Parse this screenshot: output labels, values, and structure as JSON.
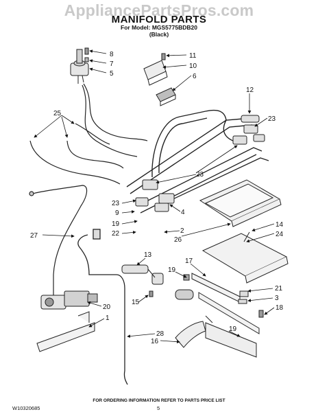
{
  "header": {
    "watermark": "AppliancePartsPros.com",
    "title": "MANIFOLD PARTS",
    "model_line": "For Model: MGS5775BDB20",
    "color_line": "(Black)"
  },
  "callouts": [
    {
      "id": "c8",
      "label": "8"
    },
    {
      "id": "c7",
      "label": "7"
    },
    {
      "id": "c5",
      "label": "5"
    },
    {
      "id": "c11",
      "label": "11"
    },
    {
      "id": "c10",
      "label": "10"
    },
    {
      "id": "c6",
      "label": "6"
    },
    {
      "id": "c12",
      "label": "12"
    },
    {
      "id": "c25",
      "label": "25"
    },
    {
      "id": "c23a",
      "label": "23"
    },
    {
      "id": "c23b",
      "label": "23"
    },
    {
      "id": "c23c",
      "label": "23"
    },
    {
      "id": "c9",
      "label": "9"
    },
    {
      "id": "c4",
      "label": "4"
    },
    {
      "id": "c19a",
      "label": "19"
    },
    {
      "id": "c22",
      "label": "22"
    },
    {
      "id": "c2",
      "label": "2"
    },
    {
      "id": "c26",
      "label": "26"
    },
    {
      "id": "c14",
      "label": "14"
    },
    {
      "id": "c24",
      "label": "24"
    },
    {
      "id": "c27",
      "label": "27"
    },
    {
      "id": "c13",
      "label": "13"
    },
    {
      "id": "c17",
      "label": "17"
    },
    {
      "id": "c19b",
      "label": "19"
    },
    {
      "id": "c21",
      "label": "21"
    },
    {
      "id": "c3",
      "label": "3"
    },
    {
      "id": "c15",
      "label": "15"
    },
    {
      "id": "c20",
      "label": "20"
    },
    {
      "id": "c18",
      "label": "18"
    },
    {
      "id": "c1",
      "label": "1"
    },
    {
      "id": "c19c",
      "label": "19"
    },
    {
      "id": "c28",
      "label": "28"
    },
    {
      "id": "c16",
      "label": "16"
    }
  ],
  "footer": {
    "note": "FOR ORDERING INFORMATION REFER TO PARTS PRICE LIST",
    "doc_number": "W10320685",
    "page_number": "5"
  }
}
